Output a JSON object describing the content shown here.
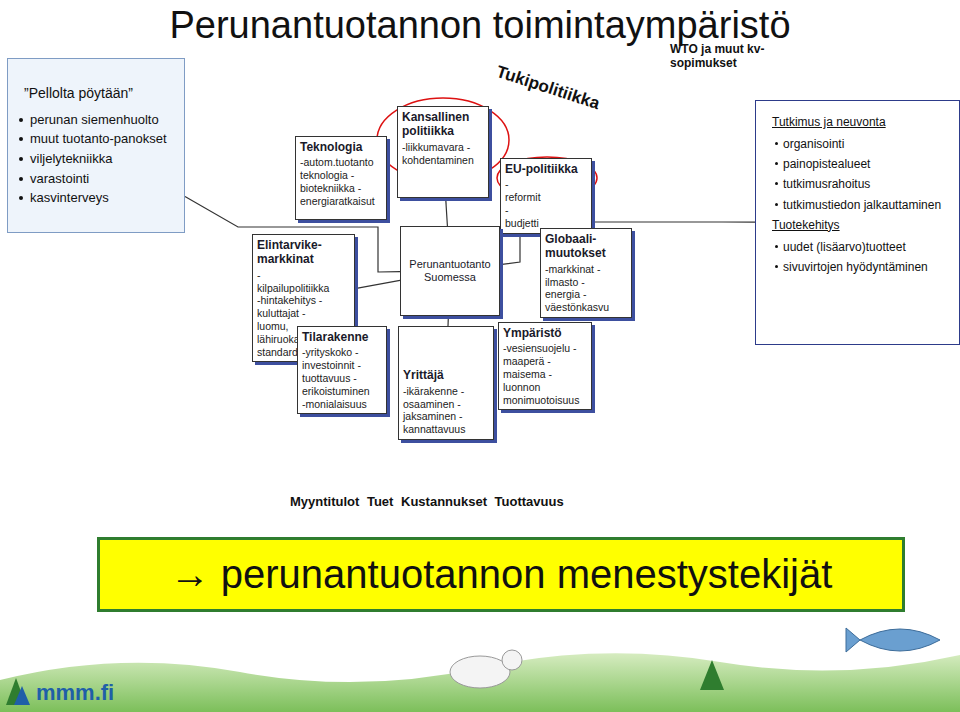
{
  "diagram": {
    "title": "Perunantuotannon toimintaympäristö",
    "nodes": [
      {
        "text": [
          "”Pellolta pöytään”",
          "perunan siemenhuolto",
          "muut tuotanto-panokset",
          "viljelytekniikka",
          "varastointi",
          "kasvinterveys"
        ]
      },
      {
        "text": [
          "Teknologia",
          "-autom.tuotanto teknologia -biotekniikka -energiaratkaisut"
        ]
      },
      {
        "text": [
          "Kansallinen politiikka",
          "-liikkumavara -kohdentaminen"
        ]
      },
      {
        "text": [
          "EU-politiikka",
          "-reformit -budjetti"
        ]
      },
      {
        "text": [
          "Elintarvike- markkinat",
          "-kilpailupolitiikka -hintakehitys -kuluttajat -luomu, lähiruoka, standardit"
        ]
      },
      {
        "text": [
          "Perunantuotanto Suomessa"
        ]
      },
      {
        "text": [
          "Globaali- muutokset",
          "-markkinat -ilmasto -energia - väestönkasvu"
        ]
      },
      {
        "text": [
          "Tilarakenne",
          "-yrityskoko -investoinnit -tuottavuus -erikoistuminen -monialaisuus"
        ]
      },
      {
        "text": [
          "Yrittäjä",
          "-ikärakenne -osaaminen -jaksaminen -kannattavuus"
        ]
      },
      {
        "text": [
          "Ympäristö",
          "-vesiensuojelu -maaperä -maisema -luonnon monimuotoisuus"
        ]
      },
      {
        "text": [
          "Tutkimus ja neuvonta",
          "organisointi",
          "painopistealueet",
          "tutkimusrahoitus",
          "tutkimustiedon jalkauttaminen",
          "Tuotekehitys",
          "uudet (lisäarvo)tuotteet",
          "sivuvirtojen hyödyntäminen"
        ]
      },
      {
        "text": [
          "→ perunantuotannon menestystekijät"
        ]
      }
    ],
    "edges": [
      {
        "from": 0,
        "to": 5,
        "arrow": "none"
      },
      {
        "from": 2,
        "to": 5,
        "arrow": "none"
      },
      {
        "from": 4,
        "to": 5,
        "arrow": "none"
      },
      {
        "from": 8,
        "to": 5,
        "arrow": "none"
      },
      {
        "from": 10,
        "to": 5,
        "arrow": "none"
      }
    ],
    "labels": [
      "Tukipolitiikka",
      "WTO ja muut kv-sopimukset",
      "Myyntitulot Tuet Kustannukset Tuottavuus",
      "mmm.fi"
    ]
  }
}
